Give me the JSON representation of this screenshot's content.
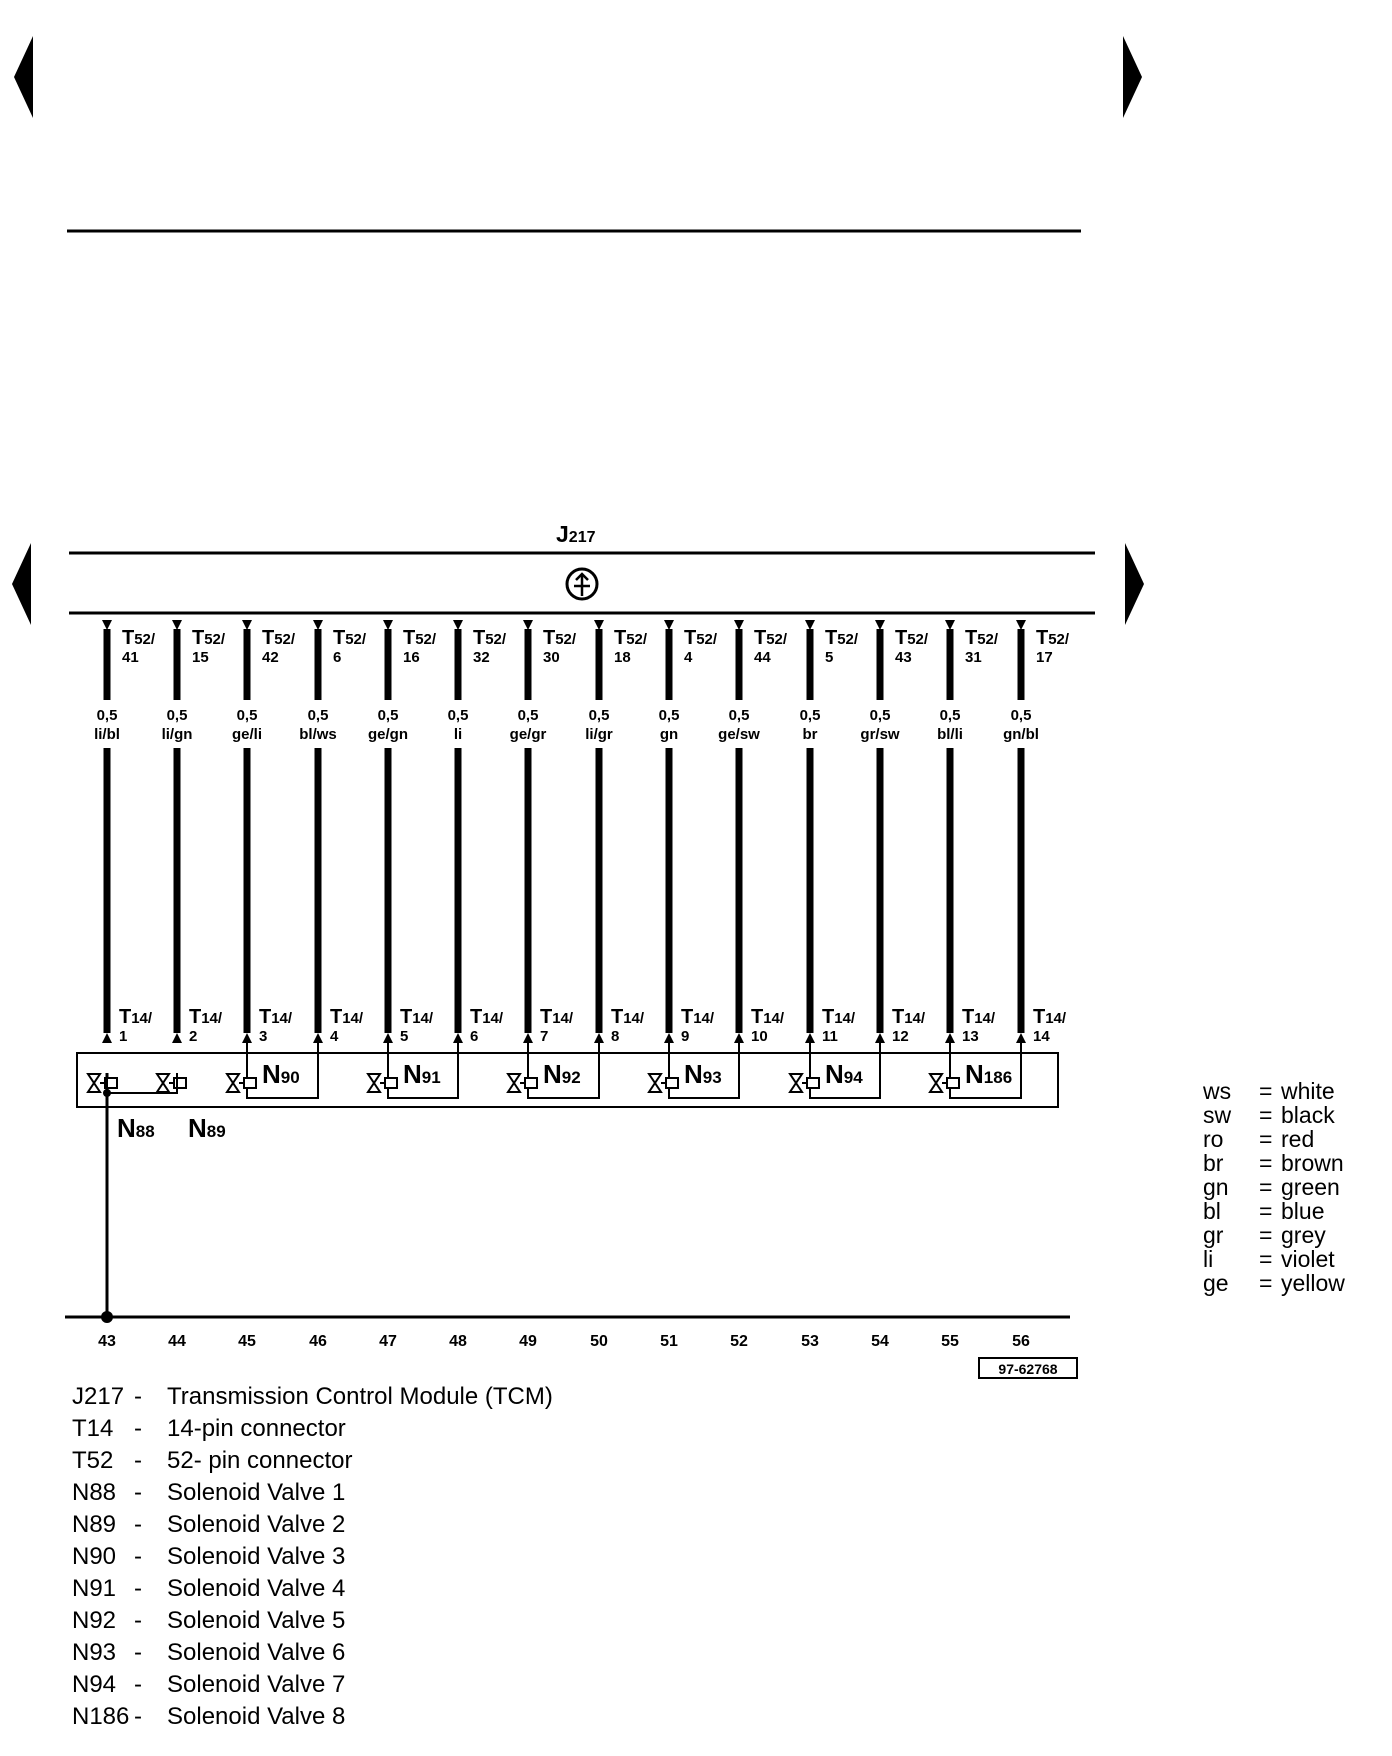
{
  "module": {
    "label_main": "J",
    "label_sub": "217"
  },
  "connector_top_main": "T",
  "connector_top_sub": "52/",
  "connector_bottom_main": "T",
  "connector_bottom_sub": "14/",
  "wires": [
    {
      "t52_pin": "41",
      "gauge": "0,5",
      "color": "li/bl",
      "t14_pin": "1",
      "ground_no": "43"
    },
    {
      "t52_pin": "15",
      "gauge": "0,5",
      "color": "li/gn",
      "t14_pin": "2",
      "ground_no": "44"
    },
    {
      "t52_pin": "42",
      "gauge": "0,5",
      "color": "ge/li",
      "t14_pin": "3",
      "ground_no": "45"
    },
    {
      "t52_pin": "6",
      "gauge": "0,5",
      "color": "bl/ws",
      "t14_pin": "4",
      "ground_no": "46"
    },
    {
      "t52_pin": "16",
      "gauge": "0,5",
      "color": "ge/gn",
      "t14_pin": "5",
      "ground_no": "47"
    },
    {
      "t52_pin": "32",
      "gauge": "0,5",
      "color": "li",
      "t14_pin": "6",
      "ground_no": "48"
    },
    {
      "t52_pin": "30",
      "gauge": "0,5",
      "color": "ge/gr",
      "t14_pin": "7",
      "ground_no": "49"
    },
    {
      "t52_pin": "18",
      "gauge": "0,5",
      "color": "li/gr",
      "t14_pin": "8",
      "ground_no": "50"
    },
    {
      "t52_pin": "4",
      "gauge": "0,5",
      "color": "gn",
      "t14_pin": "9",
      "ground_no": "51"
    },
    {
      "t52_pin": "44",
      "gauge": "0,5",
      "color": "ge/sw",
      "t14_pin": "10",
      "ground_no": "52"
    },
    {
      "t52_pin": "5",
      "gauge": "0,5",
      "color": "br",
      "t14_pin": "11",
      "ground_no": "53"
    },
    {
      "t52_pin": "43",
      "gauge": "0,5",
      "color": "gr/sw",
      "t14_pin": "12",
      "ground_no": "54"
    },
    {
      "t52_pin": "31",
      "gauge": "0,5",
      "color": "bl/li",
      "t14_pin": "13",
      "ground_no": "55"
    },
    {
      "t52_pin": "17",
      "gauge": "0,5",
      "color": "gn/bl",
      "t14_pin": "14",
      "ground_no": "56"
    }
  ],
  "valves": [
    {
      "main": "N",
      "sub": "88"
    },
    {
      "main": "N",
      "sub": "89"
    },
    {
      "main": "N",
      "sub": "90"
    },
    {
      "main": "N",
      "sub": "91"
    },
    {
      "main": "N",
      "sub": "92"
    },
    {
      "main": "N",
      "sub": "93"
    },
    {
      "main": "N",
      "sub": "94"
    },
    {
      "main": "N",
      "sub": "186"
    }
  ],
  "reference_number": "97-62768",
  "legend": [
    {
      "code": "J217",
      "dash": "-",
      "desc": "Transmission Control Module (TCM)"
    },
    {
      "code": "T14",
      "dash": "-",
      "desc": "14-pin connector"
    },
    {
      "code": "T52",
      "dash": "-",
      "desc": "52- pin connector"
    },
    {
      "code": "N88",
      "dash": "-",
      "desc": "Solenoid Valve 1"
    },
    {
      "code": "N89",
      "dash": "-",
      "desc": "Solenoid Valve 2"
    },
    {
      "code": "N90",
      "dash": "-",
      "desc": "Solenoid Valve 3"
    },
    {
      "code": "N91",
      "dash": "-",
      "desc": "Solenoid Valve 4"
    },
    {
      "code": "N92",
      "dash": "-",
      "desc": "Solenoid Valve 5"
    },
    {
      "code": "N93",
      "dash": "-",
      "desc": "Solenoid Valve 6"
    },
    {
      "code": "N94",
      "dash": "-",
      "desc": "Solenoid Valve 7"
    },
    {
      "code": "N186",
      "dash": "-",
      "desc": "Solenoid Valve 8"
    }
  ],
  "color_key": [
    {
      "code": "ws",
      "eq": "=",
      "name": "white"
    },
    {
      "code": "sw",
      "eq": "=",
      "name": "black"
    },
    {
      "code": "ro",
      "eq": "=",
      "name": "red"
    },
    {
      "code": "br",
      "eq": "=",
      "name": "brown"
    },
    {
      "code": "gn",
      "eq": "=",
      "name": "green"
    },
    {
      "code": "bl",
      "eq": "=",
      "name": "blue"
    },
    {
      "code": "gr",
      "eq": "=",
      "name": "grey"
    },
    {
      "code": "li",
      "eq": "=",
      "name": "violet"
    },
    {
      "code": "ge",
      "eq": "=",
      "name": "yellow"
    }
  ]
}
